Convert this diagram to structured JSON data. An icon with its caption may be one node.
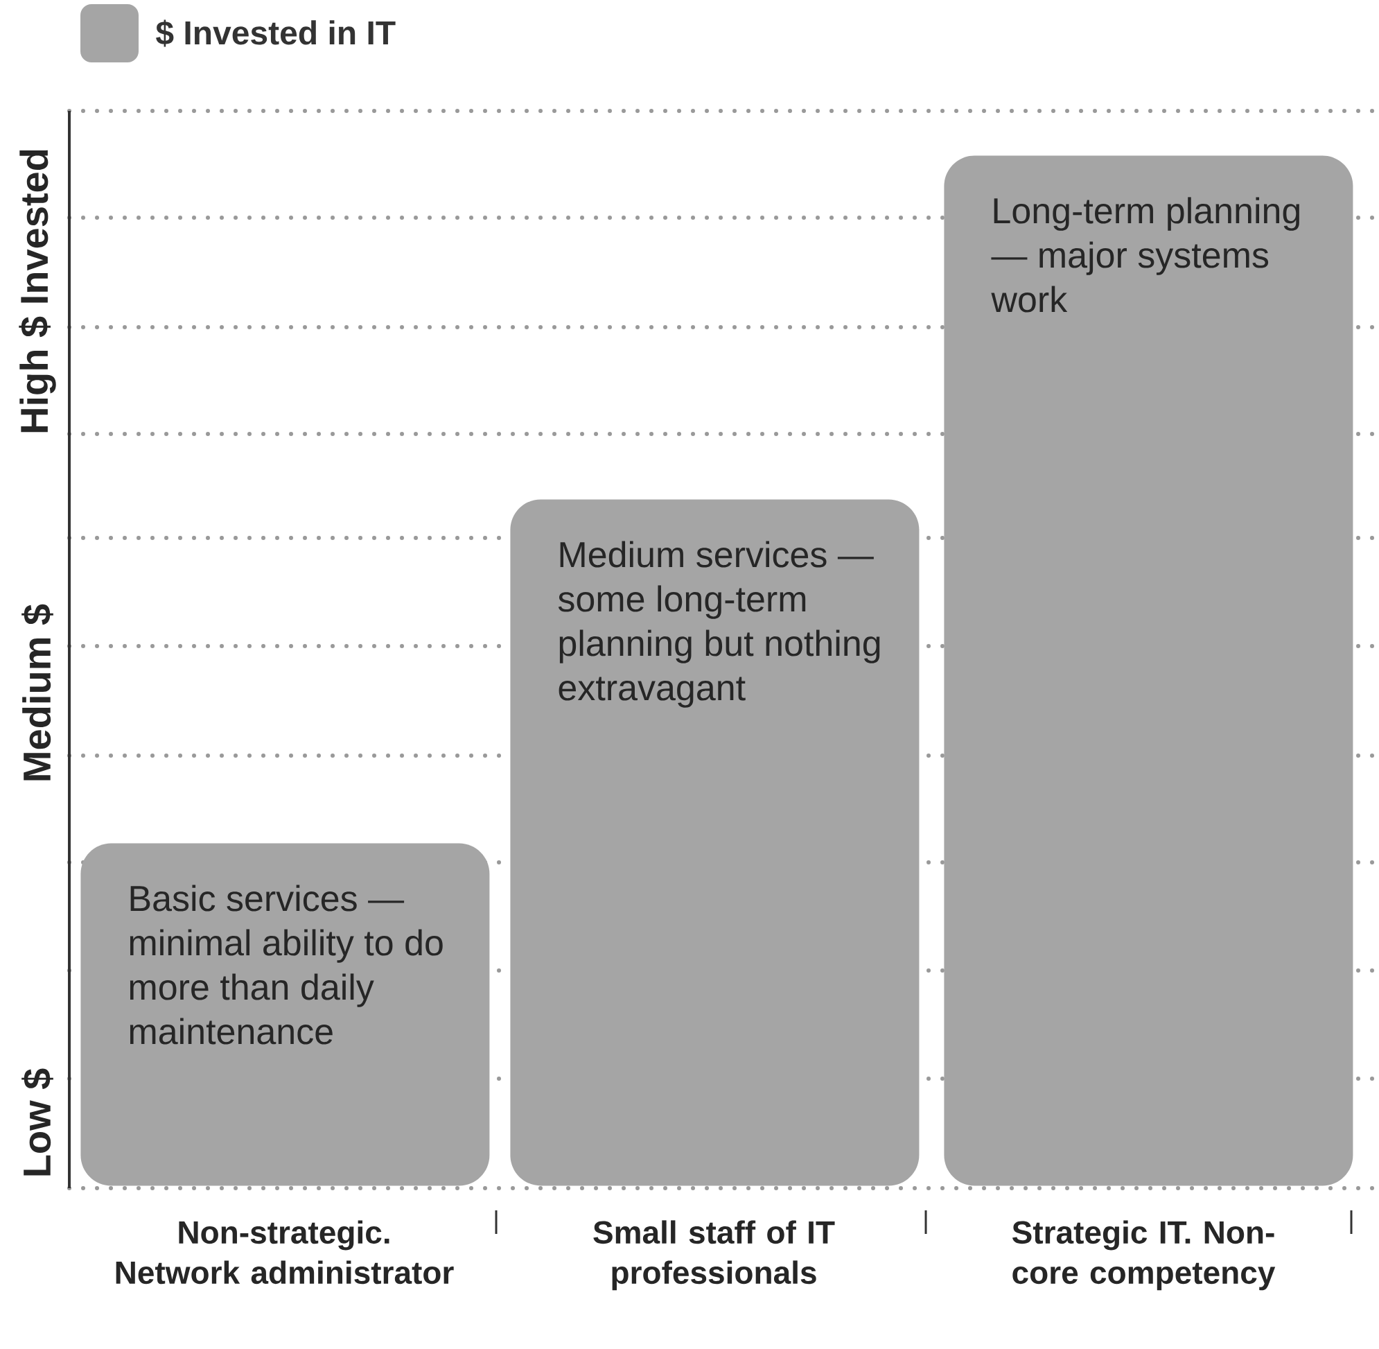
{
  "diagram": {
    "nodes": [
      {
        "text": [
          "Basic services — minimal ability to do more than daily maintenance"
        ]
      },
      {
        "text": [
          "Medium services — some long-term planning but nothing extravagant"
        ]
      },
      {
        "text": [
          "Long-term planning — major systems work"
        ]
      }
    ],
    "labels": [
      "High $ Invested",
      "Medium $",
      "Low $",
      "Non-strategic. Network administrator",
      "Small staff of IT professionals",
      "Strategic IT. Non-core competency"
    ],
    "legend": [
      {
        "text": "$ Invested in IT",
        "color": "#a5a5a5"
      }
    ]
  }
}
